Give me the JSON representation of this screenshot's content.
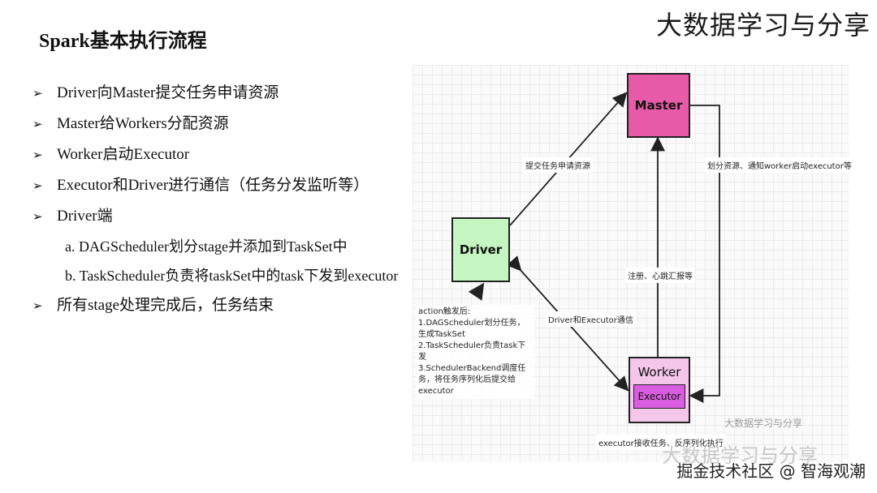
{
  "header": {
    "brand": "大数据学习与分享"
  },
  "slide": {
    "title": "Spark基本执行流程",
    "bullets": [
      "Driver向Master提交任务申请资源",
      "Master给Workers分配资源",
      "Worker启动Executor",
      "Executor和Driver进行通信（任务分发监听等）",
      "Driver端",
      "所有stage处理完成后，任务结束"
    ],
    "sub_items": [
      "a. DAGScheduler划分stage并添加到TaskSet中",
      "b. TaskScheduler负责将taskSet中的task下发到executor"
    ]
  },
  "diagram": {
    "nodes": {
      "master": "Master",
      "driver": "Driver",
      "worker": "Worker",
      "executor": "Executor"
    },
    "edge_labels": {
      "driver_to_master": "提交任务申请资源",
      "master_to_worker": "划分资源、通知worker启动executor等",
      "worker_to_master": "注册、心跳汇报等",
      "driver_executor": "Driver和Executor通信",
      "executor_task": "executor接收任务、反序列化执行"
    },
    "note": [
      "action触发后:",
      "1.DAGScheduler划分任务，生成TaskSet",
      "2.TaskScheduler负责task下发",
      "3.SchedulerBackend调度任务，将任务序列化后提交给executor"
    ]
  },
  "watermarks": {
    "small": "大数据学习与分享",
    "large": "大数据学习与分享"
  },
  "footer": "掘金技术社区 @ 智海观潮"
}
